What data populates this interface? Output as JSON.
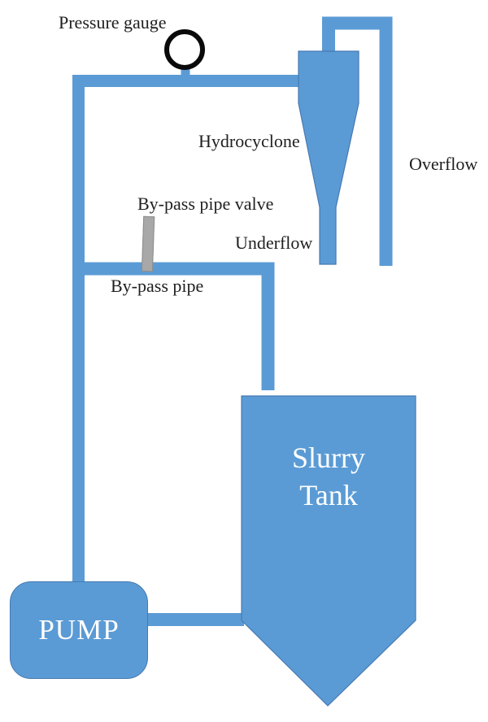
{
  "colors": {
    "pipe_blue": "#5B9BD5",
    "shape_edge": "#4679B2",
    "valve_fill": "#A8A8A8",
    "valve_edge": "#8C8C8C",
    "gauge_ring": "#0A0A0A",
    "label_ink": "#1F1F1F",
    "shape_label": "#FFFFFF",
    "canvas": "#FFFFFF"
  },
  "labels": {
    "pressure_gauge": "Pressure gauge",
    "hydrocyclone": "Hydrocyclone",
    "overflow": "Overflow",
    "bypass_valve": "By-pass pipe valve",
    "underflow": "Underflow",
    "bypass_pipe": "By-pass pipe",
    "pump": "PUMP",
    "slurry_line1": "Slurry",
    "slurry_line2": "Tank"
  }
}
